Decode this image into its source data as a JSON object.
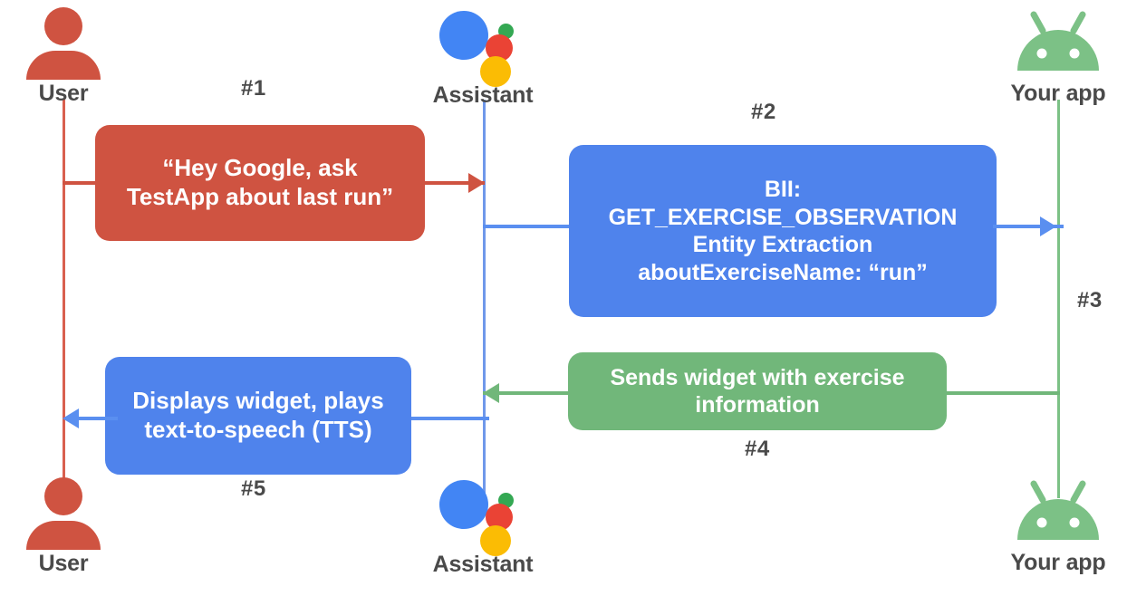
{
  "diagram": {
    "title": "Google Assistant App Actions sequence diagram",
    "colors": {
      "red": "#cf5341",
      "blue": "#4f83ec",
      "green": "#71b77a",
      "assistant_blue": "#4285f4",
      "assistant_red": "#ea4335",
      "assistant_green": "#34a853",
      "assistant_yellow": "#fbbc04",
      "label_gray": "#4a4a4a"
    }
  },
  "actors": {
    "top": [
      {
        "id": "user",
        "label": "User",
        "icon": "person-icon"
      },
      {
        "id": "assistant",
        "label": "Assistant",
        "icon": "google-assistant-icon"
      },
      {
        "id": "app",
        "label": "Your app",
        "icon": "android-robot-icon"
      }
    ],
    "bottom": [
      {
        "id": "user",
        "label": "User",
        "icon": "person-icon"
      },
      {
        "id": "assistant",
        "label": "Assistant",
        "icon": "google-assistant-icon"
      },
      {
        "id": "app",
        "label": "Your app",
        "icon": "android-robot-icon"
      }
    ]
  },
  "steps": [
    {
      "number": "#1",
      "color": "red",
      "text": "“Hey Google, ask\nTestApp about last run”",
      "from": "user",
      "to": "assistant"
    },
    {
      "number": "#2",
      "color": "blue",
      "text": "BII:\nGET_EXERCISE_OBSERVATION\nEntity Extraction\naboutExerciseName: “run”",
      "from": "assistant",
      "to": "app"
    },
    {
      "number": "#3",
      "color": "blue",
      "text": "",
      "from": "assistant",
      "to": "app"
    },
    {
      "number": "#4",
      "color": "green",
      "text": "Sends widget with exercise\ninformation",
      "from": "app",
      "to": "assistant"
    },
    {
      "number": "#5",
      "color": "blue",
      "text": "Displays widget, plays\ntext-to-speech (TTS)",
      "from": "assistant",
      "to": "user"
    }
  ]
}
